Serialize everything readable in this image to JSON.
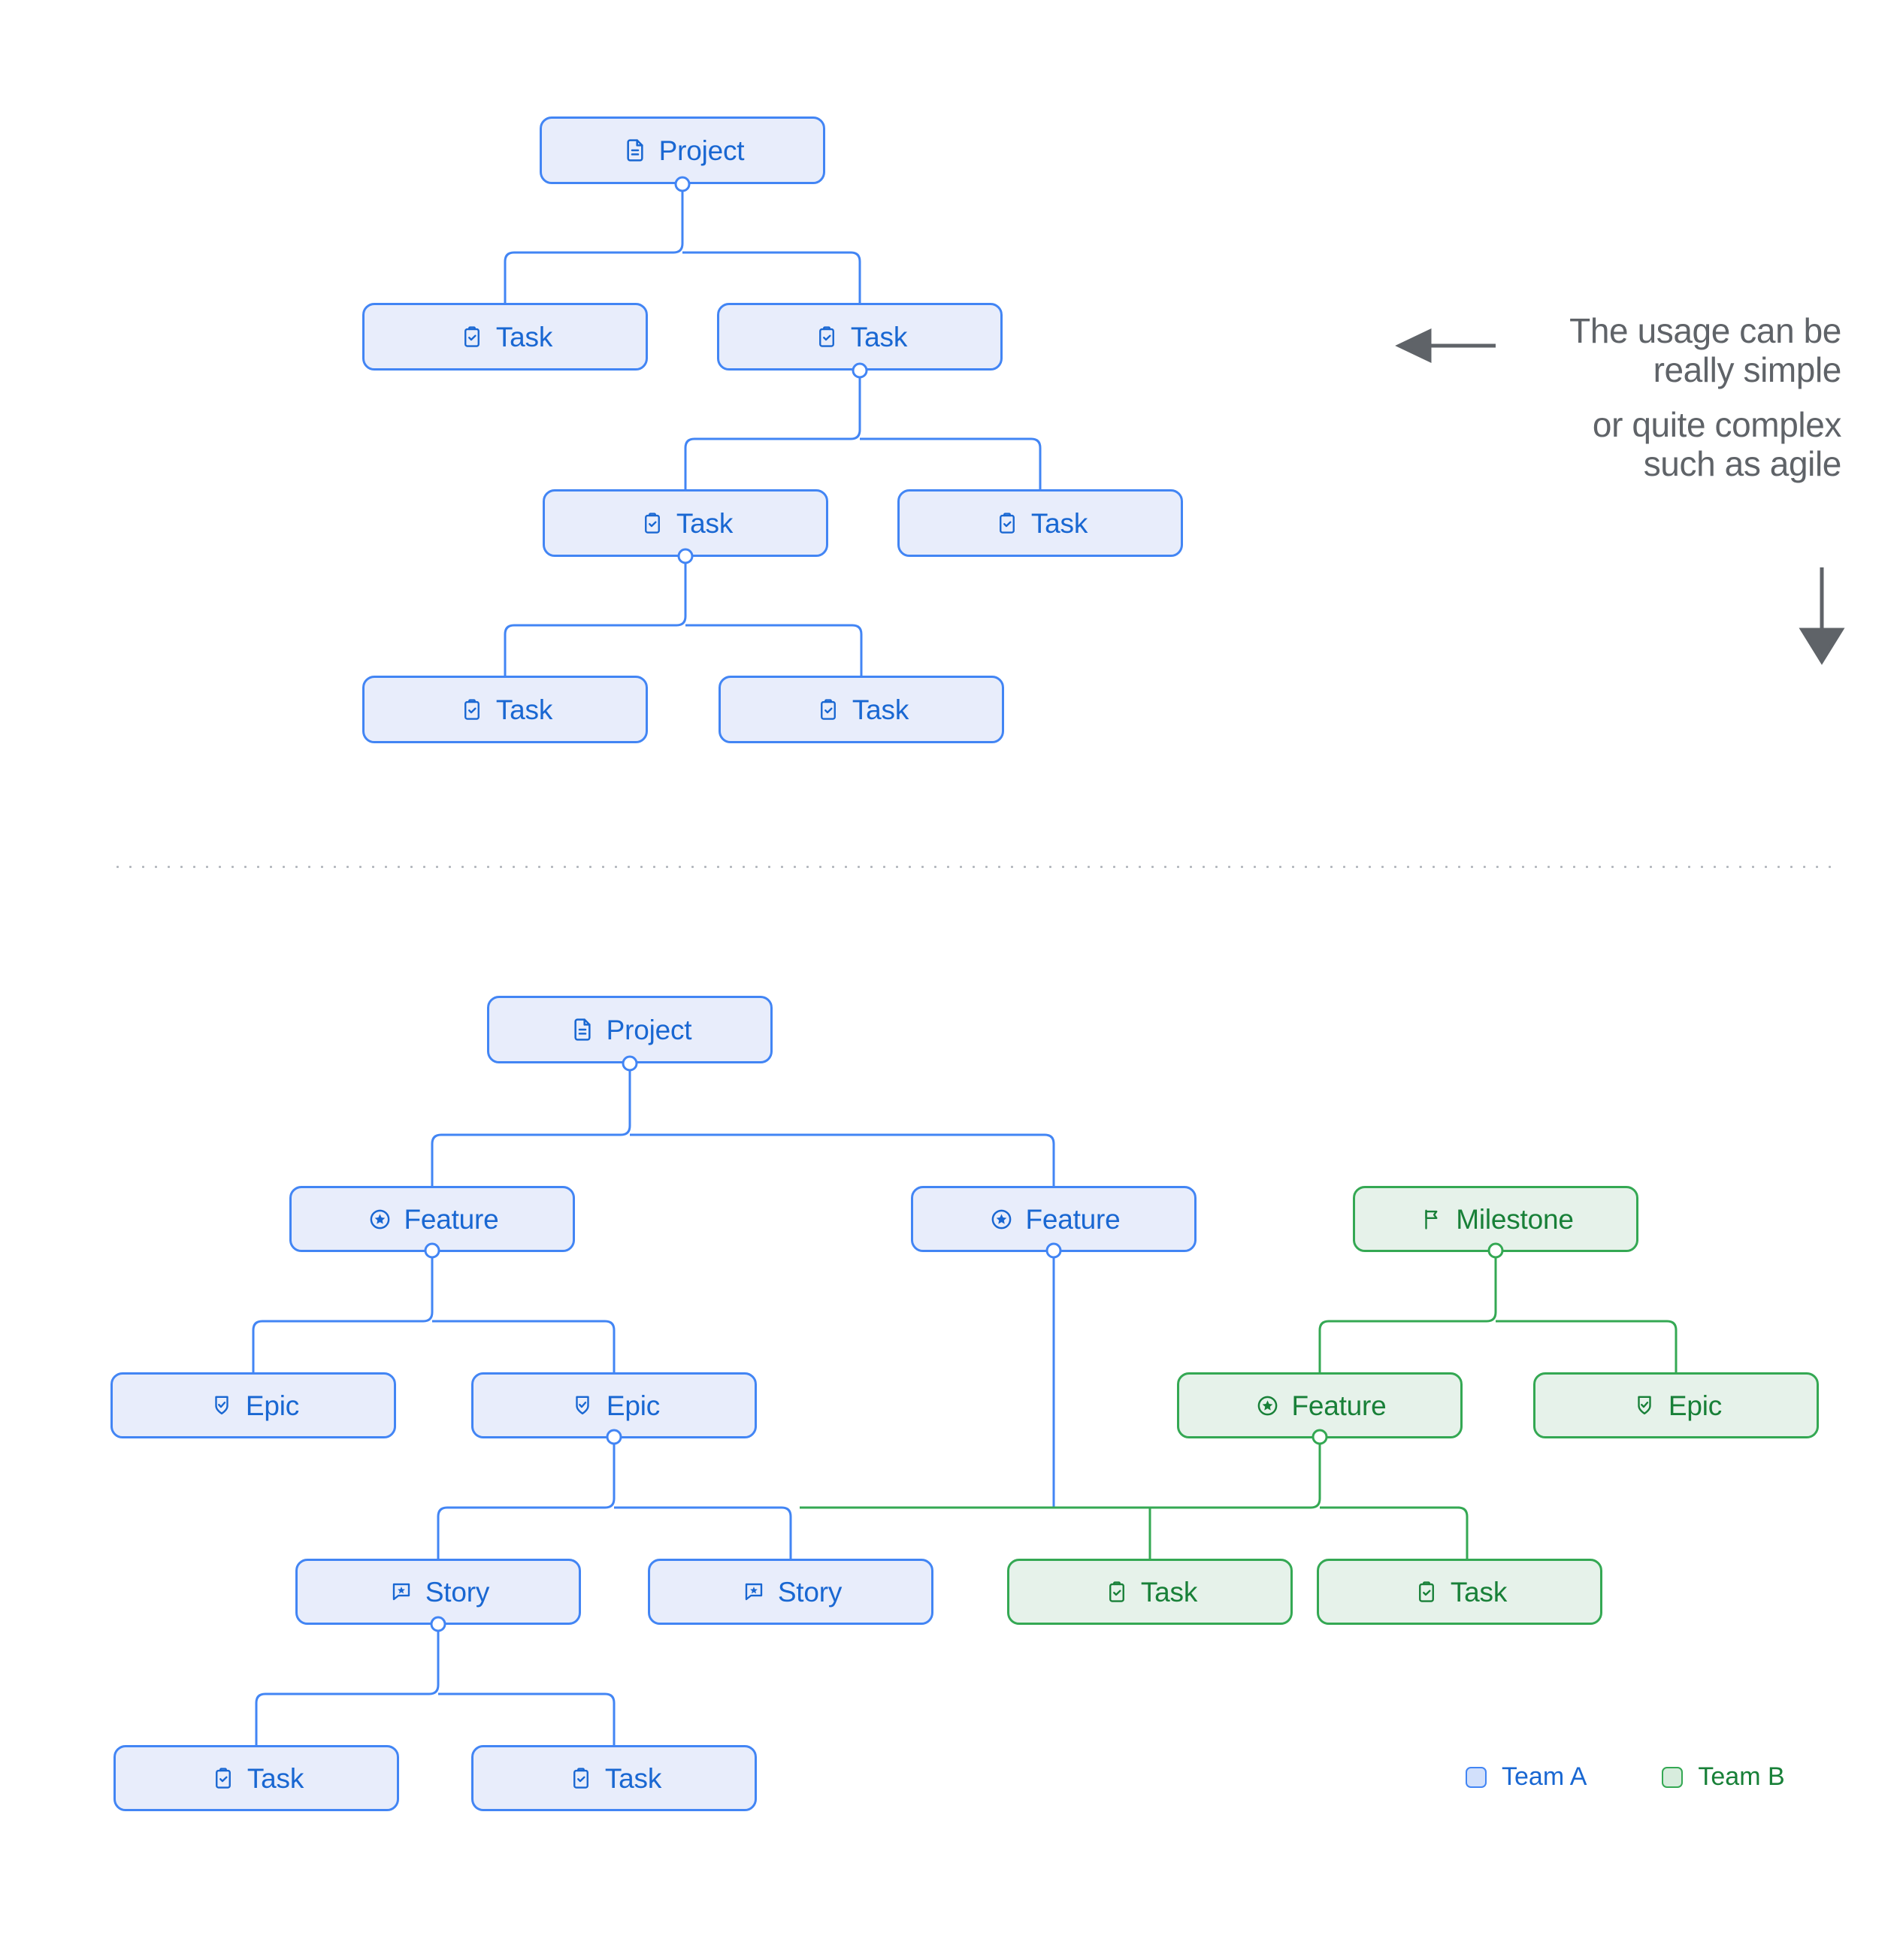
{
  "diagram": {
    "node_types": {
      "project": {
        "label": "Project",
        "icon": "document-icon"
      },
      "task": {
        "label": "Task",
        "icon": "clipboard-check-icon"
      },
      "feature": {
        "label": "Feature",
        "icon": "star-circle-icon"
      },
      "epic": {
        "label": "Epic",
        "icon": "shield-check-icon"
      },
      "story": {
        "label": "Story",
        "icon": "speech-star-icon"
      },
      "milestone": {
        "label": "Milestone",
        "icon": "flag-icon"
      }
    },
    "colors": {
      "team_a_fill": "#E8EDFB",
      "team_a_stroke": "#4285F4",
      "team_a_text": "#1967D2",
      "team_b_fill": "#E6F2EA",
      "team_b_stroke": "#34A853",
      "team_b_text": "#188038",
      "annotation_text": "#5F6368",
      "divider": "#B3B7BD"
    },
    "top_chart": {
      "nodes": [
        {
          "id": "t-project",
          "type": "project",
          "label": "Project",
          "team": "blue"
        },
        {
          "id": "t-task-1",
          "type": "task",
          "label": "Task",
          "team": "blue"
        },
        {
          "id": "t-task-2",
          "type": "task",
          "label": "Task",
          "team": "blue"
        },
        {
          "id": "t-task-3",
          "type": "task",
          "label": "Task",
          "team": "blue"
        },
        {
          "id": "t-task-4",
          "type": "task",
          "label": "Task",
          "team": "blue"
        },
        {
          "id": "t-task-5",
          "type": "task",
          "label": "Task",
          "team": "blue"
        },
        {
          "id": "t-task-6",
          "type": "task",
          "label": "Task",
          "team": "blue"
        }
      ]
    },
    "bottom_chart": {
      "nodes": [
        {
          "id": "b-project",
          "type": "project",
          "label": "Project",
          "team": "blue"
        },
        {
          "id": "b-feature-1",
          "type": "feature",
          "label": "Feature",
          "team": "blue"
        },
        {
          "id": "b-feature-2",
          "type": "feature",
          "label": "Feature",
          "team": "blue"
        },
        {
          "id": "b-milestone",
          "type": "milestone",
          "label": "Milestone",
          "team": "green"
        },
        {
          "id": "b-epic-1",
          "type": "epic",
          "label": "Epic",
          "team": "blue"
        },
        {
          "id": "b-epic-2",
          "type": "epic",
          "label": "Epic",
          "team": "blue"
        },
        {
          "id": "b-feature-3",
          "type": "feature",
          "label": "Feature",
          "team": "green"
        },
        {
          "id": "b-epic-3",
          "type": "epic",
          "label": "Epic",
          "team": "green"
        },
        {
          "id": "b-story-1",
          "type": "story",
          "label": "Story",
          "team": "blue"
        },
        {
          "id": "b-story-2",
          "type": "story",
          "label": "Story",
          "team": "blue"
        },
        {
          "id": "b-task-1",
          "type": "task",
          "label": "Task",
          "team": "green"
        },
        {
          "id": "b-task-2",
          "type": "task",
          "label": "Task",
          "team": "green"
        },
        {
          "id": "b-task-3",
          "type": "task",
          "label": "Task",
          "team": "blue"
        },
        {
          "id": "b-task-4",
          "type": "task",
          "label": "Task",
          "team": "blue"
        }
      ]
    }
  },
  "annotation": {
    "line1": "The usage can be",
    "line2": "really simple",
    "line3": "or quite complex",
    "line4": "such as agile"
  },
  "legend": {
    "team_a": "Team A",
    "team_b": "Team B"
  }
}
